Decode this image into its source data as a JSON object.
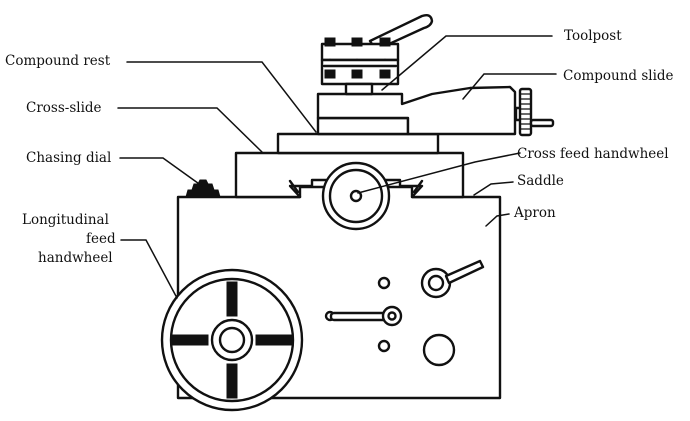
{
  "labels": {
    "toolpost": "Toolpost",
    "compound_rest": "Compound rest",
    "compound_slide": "Compound slide",
    "cross_slide": "Cross-slide",
    "chasing_dial": "Chasing dial",
    "cross_feed_handwheel": "Cross feed handwheel",
    "saddle": "Saddle",
    "apron": "Apron",
    "longitudinal_feed_handwheel": [
      "Longitudinal",
      "feed",
      "handwheel"
    ]
  }
}
